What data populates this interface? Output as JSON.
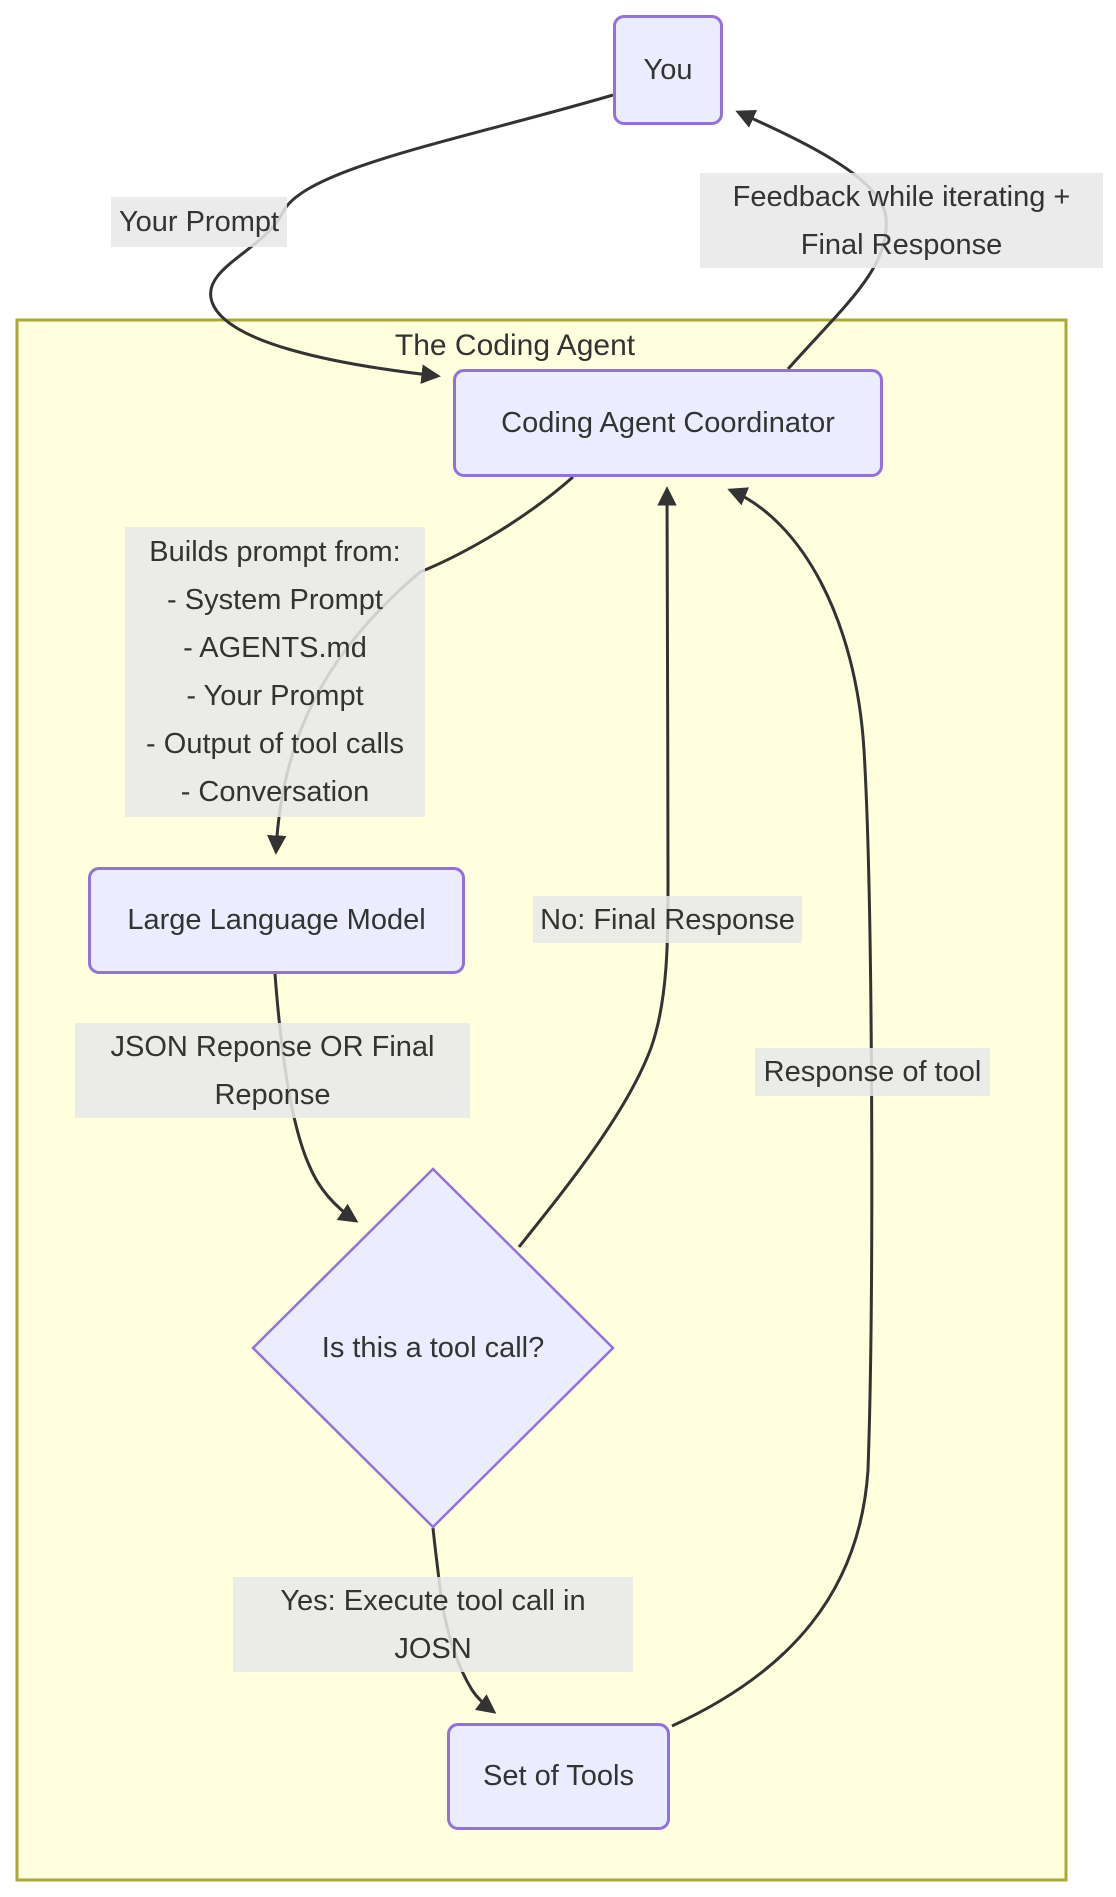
{
  "diagram": {
    "type": "flowchart",
    "cluster": {
      "title": "The Coding Agent"
    },
    "nodes": {
      "you": {
        "label": "You",
        "shape": "rounded-rect"
      },
      "coordinator": {
        "label": "Coding Agent Coordinator",
        "shape": "rounded-rect"
      },
      "llm": {
        "label": "Large Language Model",
        "shape": "rounded-rect"
      },
      "decision": {
        "label": "Is this a tool call?",
        "shape": "diamond"
      },
      "tools": {
        "label": "Set of Tools",
        "shape": "rounded-rect"
      }
    },
    "edge_labels": {
      "your_prompt": [
        "Your Prompt"
      ],
      "feedback": [
        "Feedback while iterating +",
        "Final Response"
      ],
      "builds": [
        "Builds prompt from:",
        "- System Prompt",
        "- AGENTS.md",
        "- Your Prompt",
        "- Output of tool calls",
        "- Conversation"
      ],
      "json_response": [
        "JSON Reponse OR Final",
        "Reponse"
      ],
      "no_final": [
        "No: Final Response"
      ],
      "response_of_tool": [
        "Response of tool"
      ],
      "yes_execute": [
        "Yes: Execute tool call in",
        "JOSN"
      ]
    },
    "edges": [
      {
        "from": "You",
        "to": "Coding Agent Coordinator",
        "label": "Your Prompt"
      },
      {
        "from": "Coding Agent Coordinator",
        "to": "You",
        "label": "Feedback while iterating + Final Response"
      },
      {
        "from": "Coding Agent Coordinator",
        "to": "Large Language Model",
        "label": "Builds prompt from: - System Prompt - AGENTS.md - Your Prompt - Output of tool calls - Conversation"
      },
      {
        "from": "Large Language Model",
        "to": "Is this a tool call?",
        "label": "JSON Reponse OR Final Reponse"
      },
      {
        "from": "Is this a tool call?",
        "to": "Coding Agent Coordinator",
        "label": "No: Final Response"
      },
      {
        "from": "Is this a tool call?",
        "to": "Set of Tools",
        "label": "Yes: Execute tool call in JOSN"
      },
      {
        "from": "Set of Tools",
        "to": "Coding Agent Coordinator",
        "label": "Response of tool"
      }
    ],
    "colors": {
      "node_fill": "#ECECFF",
      "node_border": "#9370DB",
      "cluster_fill": "#FFFFDE",
      "cluster_border": "#AAAA33",
      "edge_label_bg": "#E8E8E8",
      "edge_stroke": "#333333",
      "text": "#333333",
      "background": "#FFFFFF"
    }
  }
}
